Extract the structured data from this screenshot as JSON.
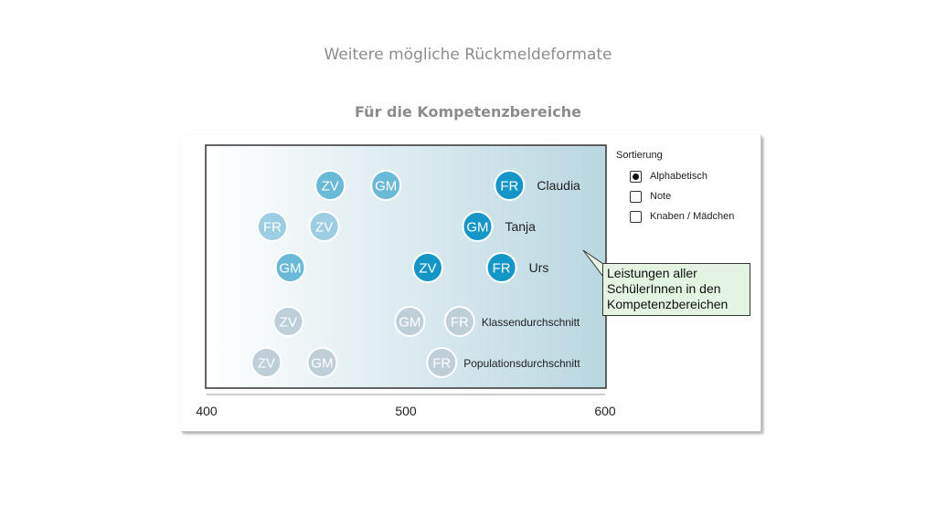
{
  "slide": {
    "title": "Weitere mögliche Rückmeldeformate",
    "subtitle": "Für die Kompetenzbereiche"
  },
  "sort_panel": {
    "title": "Sortierung",
    "options": [
      {
        "label": "Alphabetisch",
        "selected": true
      },
      {
        "label": "Note",
        "selected": false
      },
      {
        "label": "Knaben / Mädchen",
        "selected": false
      }
    ]
  },
  "callout": {
    "lines": [
      "Leistungen aller",
      "SchülerInnen in den",
      "Kompetenzbereichen"
    ]
  },
  "colors": {
    "dark_blue": "#1596c9",
    "medium_blue": "#6ab9d6",
    "light_blue": "#9ccde2",
    "gray": "#bfcfd8",
    "gradient_left": "#ffffff",
    "gradient_right": "#b9d7e0"
  },
  "chart_data": {
    "type": "scatter",
    "xlim": [
      400,
      600
    ],
    "x_ticks": [
      "400",
      "500",
      "600"
    ],
    "rows": [
      {
        "label": "Claudia",
        "points": [
          {
            "code": "ZV",
            "x": 462,
            "tone": "medium_blue"
          },
          {
            "code": "GM",
            "x": 490,
            "tone": "medium_blue"
          },
          {
            "code": "FR",
            "x": 552,
            "tone": "dark_blue"
          }
        ]
      },
      {
        "label": "Tanja",
        "points": [
          {
            "code": "FR",
            "x": 433,
            "tone": "light_blue"
          },
          {
            "code": "ZV",
            "x": 459,
            "tone": "light_blue"
          },
          {
            "code": "GM",
            "x": 536,
            "tone": "dark_blue"
          }
        ]
      },
      {
        "label": "Urs",
        "points": [
          {
            "code": "GM",
            "x": 442,
            "tone": "medium_blue"
          },
          {
            "code": "ZV",
            "x": 511,
            "tone": "dark_blue"
          },
          {
            "code": "FR",
            "x": 548,
            "tone": "dark_blue"
          }
        ]
      },
      {
        "label": "Klassendurchschnitt",
        "points": [
          {
            "code": "ZV",
            "x": 441,
            "tone": "gray"
          },
          {
            "code": "GM",
            "x": 502,
            "tone": "gray"
          },
          {
            "code": "FR",
            "x": 527,
            "tone": "gray"
          }
        ]
      },
      {
        "label": "Populationsdurchschnitt",
        "points": [
          {
            "code": "ZV",
            "x": 430,
            "tone": "gray"
          },
          {
            "code": "GM",
            "x": 458,
            "tone": "gray"
          },
          {
            "code": "FR",
            "x": 518,
            "tone": "gray"
          }
        ]
      }
    ]
  }
}
